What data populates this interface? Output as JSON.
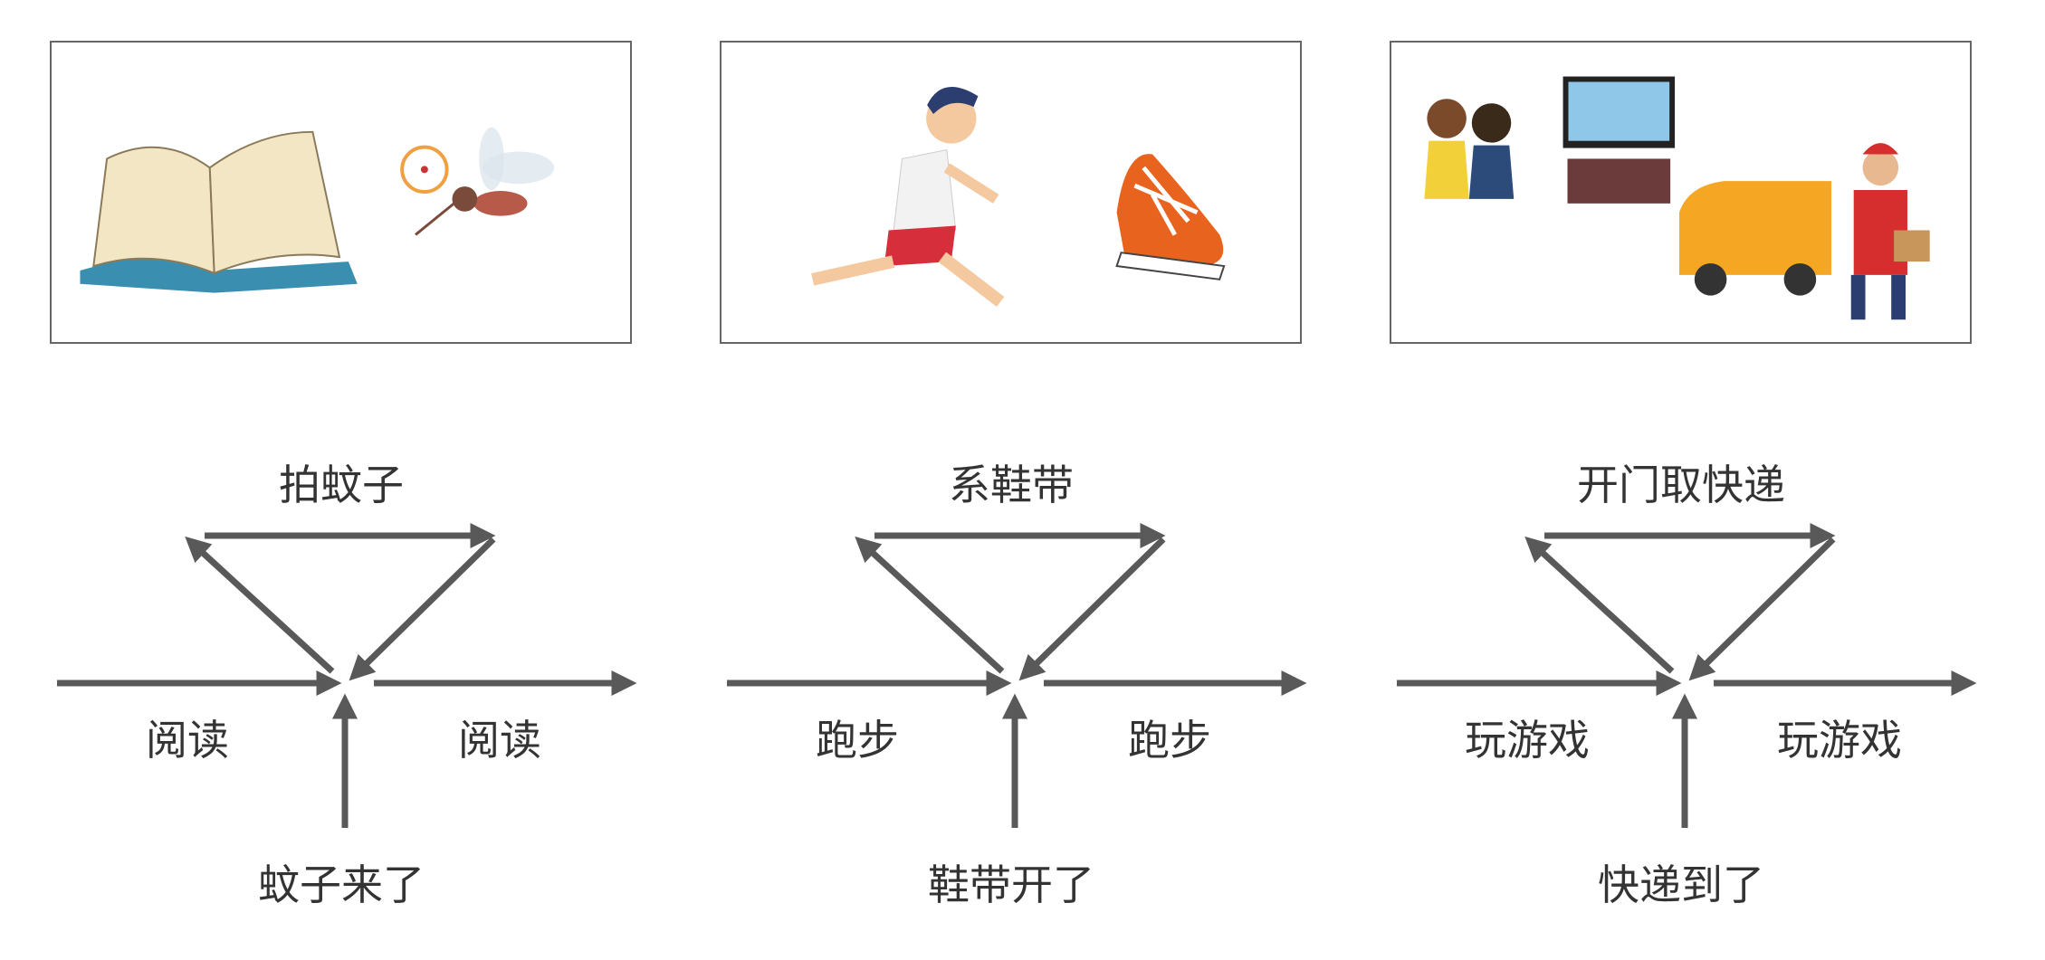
{
  "colors": {
    "arrow": "#595959",
    "text": "#333333",
    "border": "#666666"
  },
  "panels": [
    {
      "icons": [
        "open-book-icon",
        "mosquito-icon"
      ]
    },
    {
      "icons": [
        "running-boy-icon",
        "sneaker-icon"
      ]
    },
    {
      "icons": [
        "kids-playing-game-icon",
        "delivery-man-icon"
      ]
    }
  ],
  "diagrams": [
    {
      "top": "拍蚊子",
      "left": "阅读",
      "right": "阅读",
      "bottom": "蚊子来了"
    },
    {
      "top": "系鞋带",
      "left": "跑步",
      "right": "跑步",
      "bottom": "鞋带开了"
    },
    {
      "top": "开门取快递",
      "left": "玩游戏",
      "right": "玩游戏",
      "bottom": "快递到了"
    }
  ]
}
